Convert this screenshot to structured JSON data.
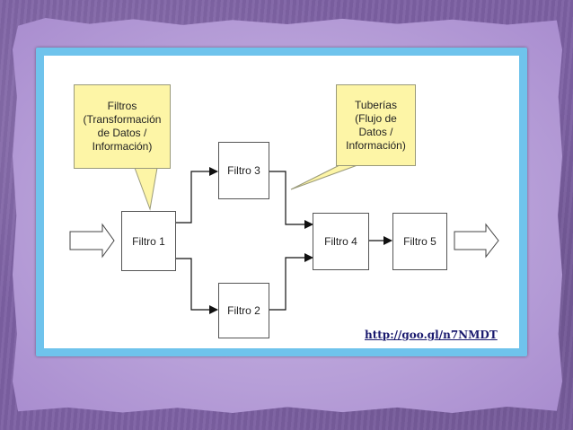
{
  "nodes": {
    "filtro1": "Filtro 1",
    "filtro2": "Filtro 2",
    "filtro3": "Filtro 3",
    "filtro4": "Filtro 4",
    "filtro5": "Filtro 5"
  },
  "callouts": {
    "filtros": "Filtros\n(Transformación\nde Datos /\nInformación)",
    "tuberias": "Tuberías\n(Flujo de\nDatos /\nInformación)"
  },
  "source_link": "http://goo.gl/n7NMDT",
  "colors": {
    "background": "#7d61a3",
    "paper": "#b79fd8",
    "frame": "#6fc3ec",
    "callout_fill": "#fdf5a6",
    "link": "#1a1a6e"
  }
}
